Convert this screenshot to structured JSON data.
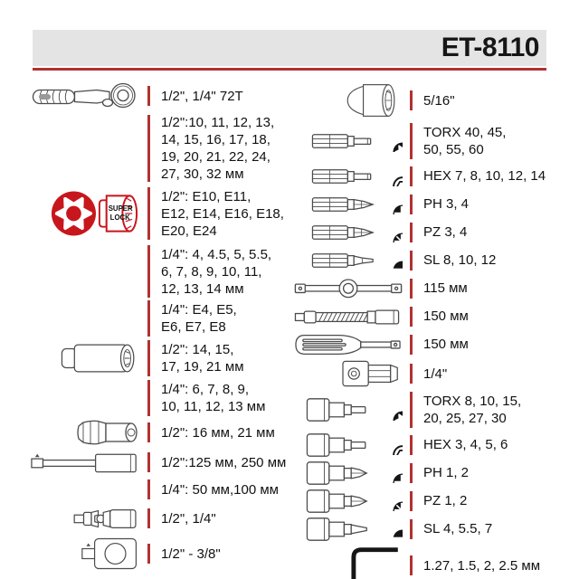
{
  "header": {
    "title": "ET-8110"
  },
  "superlock": {
    "line1": "SUPER",
    "line2": "LOCK"
  },
  "colors": {
    "header_bg": "#e4e4e4",
    "rule_red": "#b13232",
    "divider_red": "#b13232",
    "superlock_red": "#c8161d",
    "outline_gray": "#4b4b4b",
    "text": "#111111"
  },
  "left": {
    "items": [
      {
        "icon": "ratchet-icon",
        "text": "1/2\", 1/4\" 72T"
      },
      {
        "icon": null,
        "text": "1/2\":10, 11, 12, 13,\n14, 15, 16, 17, 18,\n19, 20, 21, 22, 24,\n27, 30, 32 мм"
      },
      {
        "icon": "super-lock-socket-icon",
        "text": "1/2\": E10, E11,\nE12, E14, E16, E18,\nE20, E24"
      },
      {
        "icon": null,
        "text": "1/4\": 4, 4.5, 5, 5.5,\n6, 7, 8, 9, 10, 11,\n12, 13, 14 мм"
      },
      {
        "icon": null,
        "text": "1/4\": E4, E5,\nE6, E7, E8"
      },
      {
        "icon": "deep-socket-icon",
        "text": "1/2\": 14, 15,\n17, 19, 21 мм"
      },
      {
        "icon": null,
        "text": "1/4\": 6, 7, 8, 9,\n10, 11, 12, 13 мм"
      },
      {
        "icon": "spark-plug-socket-icon",
        "text": "1/2\": 16 мм, 21 мм"
      },
      {
        "icon": "extension-bar-icon",
        "text": "1/2\":125 мм, 250 мм"
      },
      {
        "icon": null,
        "text": "1/4\": 50 мм,100 мм"
      },
      {
        "icon": "universal-joint-icon",
        "text": "1/2\", 1/4\""
      },
      {
        "icon": "socket-adapter-icon",
        "text": "1/2\" - 3/8\""
      }
    ]
  },
  "right": {
    "items": [
      {
        "icon": "bit-adapter-icon",
        "text": "5/16\""
      },
      {
        "icon": "torx-bit-icon",
        "text": "TORX 40, 45,\n50, 55, 60"
      },
      {
        "icon": "hex-bit-icon",
        "text": "HEX 7, 8, 10, 12, 14"
      },
      {
        "icon": "ph-bit-icon",
        "text": "PH 3, 4"
      },
      {
        "icon": "pz-bit-icon",
        "text": "PZ 3, 4"
      },
      {
        "icon": "sl-bit-icon",
        "text": "SL 8, 10, 12"
      },
      {
        "icon": "t-bar-icon",
        "text": "115 мм"
      },
      {
        "icon": "flex-extension-icon",
        "text": "150 мм"
      },
      {
        "icon": "spinner-handle-icon",
        "text": "150 мм"
      },
      {
        "icon": "quarter-adapter-icon",
        "text": "1/4\""
      },
      {
        "icon": "torx-socket-bit-icon",
        "text": "TORX 8, 10, 15,\n20, 25, 27, 30"
      },
      {
        "icon": "hex-socket-bit-icon",
        "text": "HEX 3, 4, 5, 6"
      },
      {
        "icon": "ph-socket-bit-icon",
        "text": "PH 1, 2"
      },
      {
        "icon": "pz-socket-bit-icon",
        "text": "PZ 1, 2"
      },
      {
        "icon": "sl-socket-bit-icon",
        "text": "SL 4, 5.5, 7"
      },
      {
        "icon": "hex-key-icon",
        "text": "1.27, 1.5, 2, 2.5 мм"
      }
    ]
  }
}
